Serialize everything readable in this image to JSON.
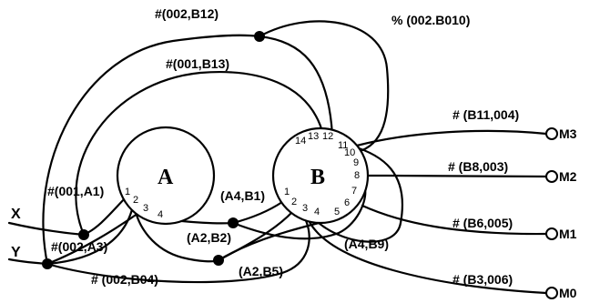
{
  "chips": {
    "a": {
      "label": "A",
      "pins": [
        "1",
        "2",
        "3",
        "4"
      ]
    },
    "b": {
      "label": "B",
      "pins": [
        "1",
        "2",
        "3",
        "4",
        "5",
        "6",
        "7",
        "8",
        "9",
        "10",
        "11",
        "12",
        "13",
        "14"
      ]
    }
  },
  "inputs": {
    "x": "X",
    "y": "Y"
  },
  "outputs": {
    "m3": "M3",
    "m2": "M2",
    "m1": "M1",
    "m0": "M0"
  },
  "wire_labels": {
    "w_002_b12": "#(002,B12)",
    "w_002_b010": "% (002.B010)",
    "w_001_b13": "#(001,B13)",
    "w_b11_004": "# (B11,004)",
    "w_b8_003": "# (B8,003)",
    "w_b6_005": "# (B6,005)",
    "w_b3_006": "# (B3,006)",
    "w_001_a1": "#(001,A1)",
    "w_002_a3": "#(002,A3)",
    "w_a4_b1": "(A4,B1)",
    "w_a2_b2": "(A2,B2)",
    "w_a2_b5": "(A2,B5)",
    "w_a4_b9": "(A4,B9)",
    "w_002_b04": "# (002,B04)"
  }
}
